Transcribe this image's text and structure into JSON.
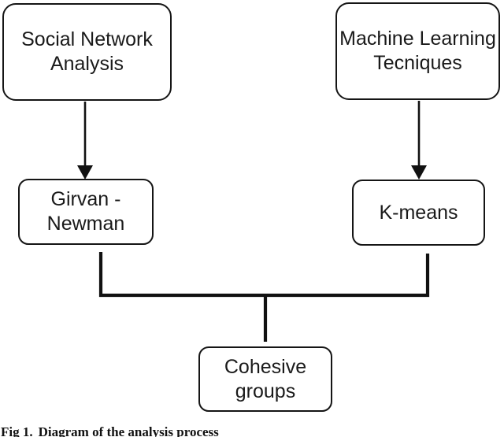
{
  "figure": {
    "type": "flowchart",
    "background_color": "#ffffff",
    "line_color": "#111111",
    "caption": {
      "label": "Fig 1.",
      "text": "Diagram of the analysis process"
    },
    "nodes": [
      {
        "id": "social-network-analysis",
        "label": "Social Network\nAnalysis"
      },
      {
        "id": "machine-learning-techniques",
        "label": "Machine Learning\nTecniques"
      },
      {
        "id": "girvan-newman",
        "label": "Girvan -\nNewman"
      },
      {
        "id": "k-means",
        "label": "K-means"
      },
      {
        "id": "cohesive-groups",
        "label": "Cohesive\ngroups"
      }
    ],
    "edges": [
      {
        "from": "social-network-analysis",
        "to": "girvan-newman",
        "style": "arrow"
      },
      {
        "from": "machine-learning-techniques",
        "to": "k-means",
        "style": "arrow"
      },
      {
        "from": "girvan-newman",
        "to": "cohesive-groups",
        "style": "bracket-merge"
      },
      {
        "from": "k-means",
        "to": "cohesive-groups",
        "style": "bracket-merge"
      }
    ]
  }
}
